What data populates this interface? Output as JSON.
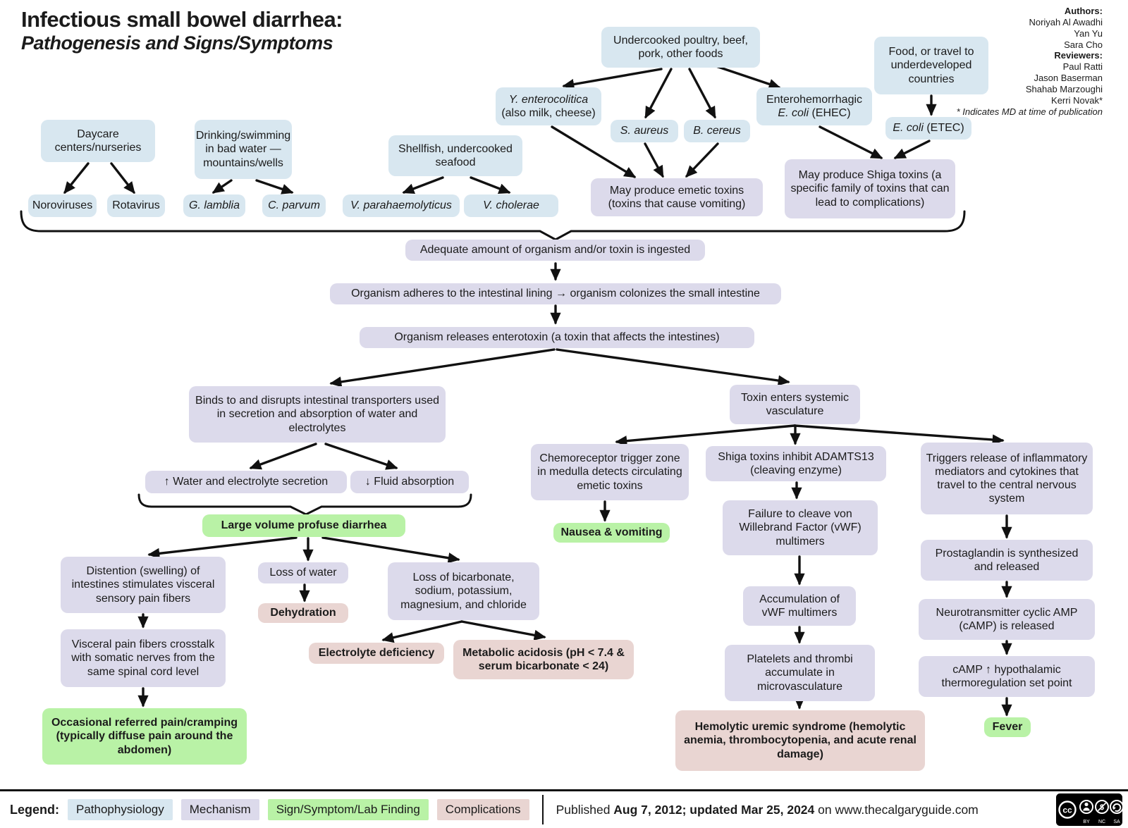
{
  "title": {
    "line1": "Infectious small bowel diarrhea:",
    "line2": "Pathogenesis and Signs/Symptoms"
  },
  "credits": {
    "authors_label": "Authors:",
    "authors": [
      "Noriyah Al Awadhi",
      "Yan Yu",
      "Sara Cho"
    ],
    "reviewers_label": "Reviewers:",
    "reviewers": [
      "Paul Ratti",
      "Jason Baserman",
      "Shahab Marzoughi",
      "Kerri Novak*"
    ],
    "note": "* Indicates MD at time of publication"
  },
  "nodes": {
    "daycare": "Daycare centers/nurseries",
    "badwater": "Drinking/swimming in bad water — mountains/wells",
    "poultry": "Undercooked poultry, beef, pork, other foods",
    "travel": "Food, or travel to underdeveloped countries",
    "yersinia_l1": "Y. enterocolitica",
    "yersinia_l2": "(also milk, cheese)",
    "ehec_l1": "Enterohemorrhagic",
    "ehec_l2i": "E. coli",
    "ehec_l2r": " (EHEC)",
    "saureus": "S. aureus",
    "bcereus": "B. cereus",
    "etec_i": "E. coli",
    "etec_r": " (ETEC)",
    "shellfish": "Shellfish, undercooked seafood",
    "noroviruses": "Noroviruses",
    "rotavirus": "Rotavirus",
    "glamblia": "G.  lamblia",
    "cparvum": "C. parvum",
    "vpara": "V. parahaemolyticus",
    "vcholerae": "V. cholerae",
    "emetic": "May produce emetic toxins (toxins that cause vomiting)",
    "shigatoxins": "May produce Shiga toxins (a specific family of toxins that can lead to complications)",
    "adequate": "Adequate amount of organism and/or toxin is ingested",
    "adheres": "Organism adheres to the intestinal lining → organism colonizes the small intestine",
    "releases": "Organism releases enterotoxin (a toxin that affects the intestines)",
    "binds": "Binds to and disrupts intestinal transporters used in secretion and absorption of water and electrolytes",
    "secretion": "↑ Water and electrolyte secretion",
    "absorption": "↓ Fluid absorption",
    "diarrhea": "Large volume profuse diarrhea",
    "distention": "Distention  (swelling) of intestines stimulates visceral sensory pain fibers",
    "visceral": "Visceral pain fibers crosstalk with somatic nerves from the same spinal cord level",
    "referred": "Occasional referred pain/cramping (typically diffuse pain around the abdomen)",
    "losswater": "Loss of water",
    "dehydration": "Dehydration",
    "lossbicarb": "Loss of bicarbonate, sodium, potassium, magnesium, and chloride",
    "electrolyte": "Electrolyte deficiency",
    "metabolic": "Metabolic acidosis (pH < 7.4 & serum bicarbonate < 24)",
    "toxinenters": "Toxin enters systemic vasculature",
    "chemo": "Chemoreceptor trigger zone in medulla detects circulating emetic toxins",
    "nausea": "Nausea & vomiting",
    "shiga2": "Shiga toxins inhibit ADAMTS13 (cleaving enzyme)",
    "failure": "Failure to cleave von Willebrand Factor (vWF) multimers",
    "accum": "Accumulation of vWF multimers",
    "platelets": "Platelets and thrombi accumulate in microvasculature",
    "hus": "Hemolytic uremic syndrome (hemolytic anemia, thrombocytopenia, and acute renal damage)",
    "triggers": "Triggers release of inflammatory mediators and cytokines that travel to the central nervous system",
    "prostaglandin": "Prostaglandin is synthesized and released",
    "neurotransmitter": "Neurotransmitter cyclic AMP (cAMP) is released",
    "camp": "cAMP ↑ hypothalamic thermoregulation set point",
    "fever": "Fever"
  },
  "legend": {
    "label": "Legend:",
    "items": [
      {
        "label": "Pathophysiology",
        "color": "#d8e7f0"
      },
      {
        "label": "Mechanism",
        "color": "#dcdaeb"
      },
      {
        "label": "Sign/Symptom/Lab Finding",
        "color": "#b9f2a6"
      },
      {
        "label": "Complications",
        "color": "#e9d5d2"
      }
    ]
  },
  "footer": {
    "published_prefix": "Published ",
    "published_bold": "Aug 7, 2012; updated Mar 25, 2024",
    "published_suffix": " on www.thecalgaryguide.com",
    "cc_label": "cc",
    "cc_by": "BY",
    "cc_nc": "NC",
    "cc_sa": "SA",
    "nc_symbol": "$"
  },
  "colors": {
    "pathophysiology_blue": "#d8e7f0",
    "mechanism_lavender": "#dcdaeb",
    "sign_green": "#b9f2a6",
    "complication_rose": "#e9d5d2",
    "arrow_black": "#111111"
  }
}
